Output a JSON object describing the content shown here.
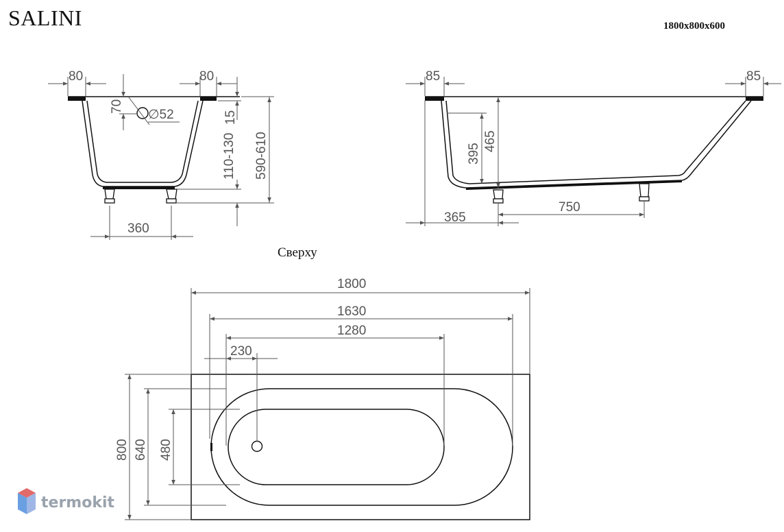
{
  "header": {
    "brand": "SALINI",
    "size_label": "1800x800x600"
  },
  "views": {
    "top_view_caption": "Сверху"
  },
  "end_section": {
    "rim_left": "80",
    "rim_right": "80",
    "drain_height": "70",
    "drain_diameter": "∅52",
    "rim_step": "15",
    "leg_adjust": "110-130",
    "total_height": "590-610",
    "leg_spacing": "360"
  },
  "side_section": {
    "rim_left": "85",
    "rim_right": "85",
    "inner_depth": "395",
    "depth": "465",
    "leg_offset": "365",
    "leg_spacing": "750"
  },
  "top_plan": {
    "length": "1800",
    "inner_length": "1630",
    "bottom_length": "1280",
    "drain_offset": "230",
    "width": "800",
    "inner_width": "640",
    "bottom_width": "480"
  },
  "watermark": {
    "text": "termokit",
    "colors": {
      "top": "#e26a6a",
      "left": "#6a9fe2",
      "right": "#9fb7e6"
    }
  }
}
